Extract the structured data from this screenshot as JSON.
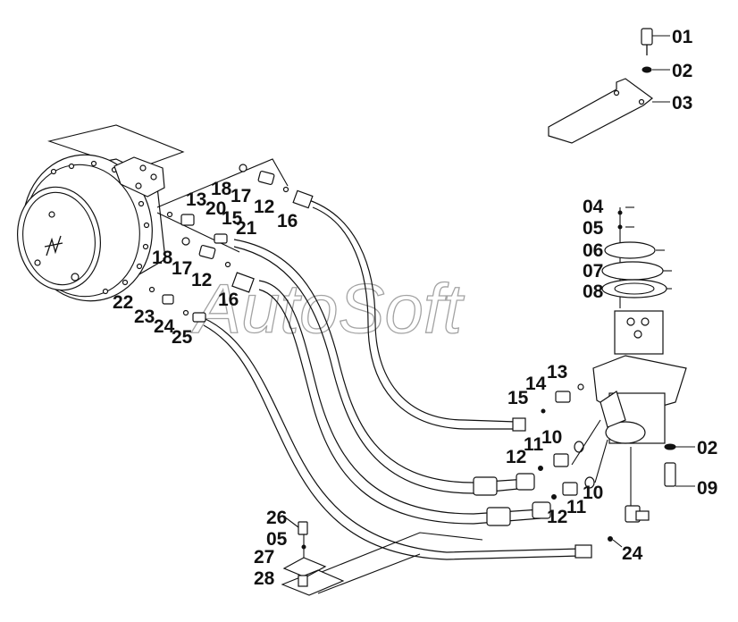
{
  "watermark": "AutoSoft",
  "labels": [
    {
      "id": "l01",
      "text": "01"
    },
    {
      "id": "l02a",
      "text": "02"
    },
    {
      "id": "l03",
      "text": "03"
    },
    {
      "id": "l04",
      "text": "04"
    },
    {
      "id": "l05a",
      "text": "05"
    },
    {
      "id": "l06",
      "text": "06"
    },
    {
      "id": "l07",
      "text": "07"
    },
    {
      "id": "l08",
      "text": "08"
    },
    {
      "id": "l13a",
      "text": "13"
    },
    {
      "id": "l14",
      "text": "14"
    },
    {
      "id": "l15a",
      "text": "15"
    },
    {
      "id": "l10a",
      "text": "10"
    },
    {
      "id": "l11a",
      "text": "11"
    },
    {
      "id": "l12a",
      "text": "12"
    },
    {
      "id": "l02b",
      "text": "02"
    },
    {
      "id": "l09",
      "text": "09"
    },
    {
      "id": "l10b",
      "text": "10"
    },
    {
      "id": "l11b",
      "text": "11"
    },
    {
      "id": "l12b",
      "text": "12"
    },
    {
      "id": "l24b",
      "text": "24"
    },
    {
      "id": "l18a",
      "text": "18"
    },
    {
      "id": "l17a",
      "text": "17"
    },
    {
      "id": "l12c",
      "text": "12"
    },
    {
      "id": "l16a",
      "text": "16"
    },
    {
      "id": "l13b",
      "text": "13"
    },
    {
      "id": "l20",
      "text": "20"
    },
    {
      "id": "l15b",
      "text": "15"
    },
    {
      "id": "l21",
      "text": "21"
    },
    {
      "id": "l18b",
      "text": "18"
    },
    {
      "id": "l17b",
      "text": "17"
    },
    {
      "id": "l12d",
      "text": "12"
    },
    {
      "id": "l16b",
      "text": "16"
    },
    {
      "id": "l22",
      "text": "22"
    },
    {
      "id": "l23",
      "text": "23"
    },
    {
      "id": "l24a",
      "text": "24"
    },
    {
      "id": "l25",
      "text": "25"
    },
    {
      "id": "l26",
      "text": "26"
    },
    {
      "id": "l05b",
      "text": "05"
    },
    {
      "id": "l27",
      "text": "27"
    },
    {
      "id": "l28",
      "text": "28"
    }
  ]
}
